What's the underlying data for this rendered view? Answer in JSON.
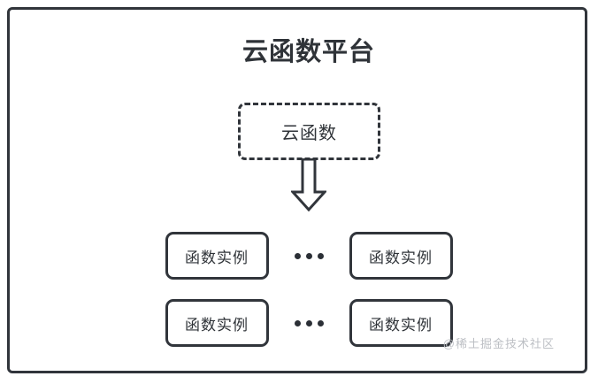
{
  "diagram": {
    "title": "云函数平台",
    "cloud_function": {
      "label": "云函数",
      "border_style": "dashed"
    },
    "arrow": {
      "name": "down-block-arrow",
      "direction": "down"
    },
    "instance_rows": [
      {
        "left": {
          "label": "函数实例"
        },
        "ellipsis": "•••",
        "right": {
          "label": "函数实例"
        }
      },
      {
        "left": {
          "label": "函数实例"
        },
        "ellipsis": "•••",
        "right": {
          "label": "函数实例"
        }
      }
    ],
    "watermark": "@稀土掘金技术社区",
    "colors": {
      "stroke": "#31353b",
      "text": "#2f3338",
      "background": "#ffffff",
      "watermark": "#bcbfc4"
    }
  }
}
